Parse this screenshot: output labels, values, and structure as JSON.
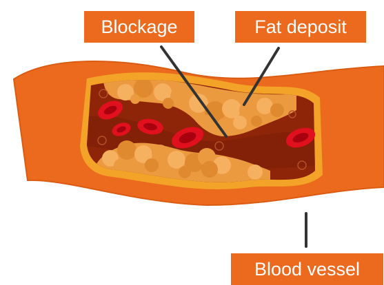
{
  "diagram": {
    "labels": {
      "blockage": "Blockage",
      "fat_deposit": "Fat deposit",
      "blood_vessel": "Blood vessel"
    },
    "colors": {
      "vessel_wall": "#ec6a1e",
      "vessel_edge": "#d95c12",
      "lumen": "#8f2508",
      "lumen_deep": "#7a1f06",
      "inner_wall": "#f2a328",
      "plaque_light": "#f5b060",
      "plaque_mid": "#eb9a40",
      "plaque_dark": "#e08a30",
      "red_cell": "#e0101e",
      "red_cell_center": "#a8000e",
      "label_bg": "#ec6a1e",
      "label_text": "#ffffff",
      "leader_line": "#333333"
    }
  }
}
